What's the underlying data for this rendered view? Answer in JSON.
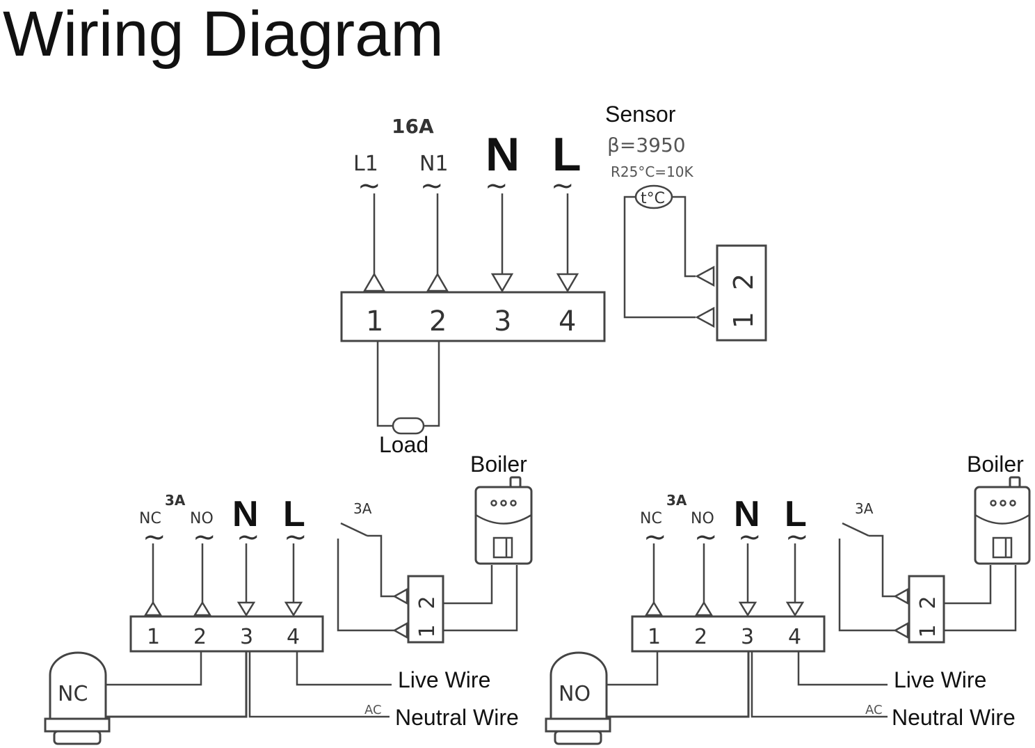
{
  "title": "Wiring Diagram",
  "top_panel": {
    "current_rating": "16A",
    "terminals": [
      {
        "label": "L1",
        "number": "1",
        "direction": "out"
      },
      {
        "label": "N1",
        "number": "2",
        "direction": "out"
      },
      {
        "label": "N",
        "number": "3",
        "direction": "in"
      },
      {
        "label": "L",
        "number": "4",
        "direction": "in"
      }
    ],
    "ac_symbol": "~",
    "load_label": "Load",
    "sensor": {
      "title": "Sensor",
      "beta": "β=3950",
      "resistance": "R25°C=10K",
      "symbol": "t°C",
      "terminals": [
        "1",
        "2"
      ]
    }
  },
  "bottom_panels": [
    {
      "id": "nc",
      "current_rating": "3A",
      "terminals": [
        {
          "label": "NC",
          "number": "1",
          "direction": "out"
        },
        {
          "label": "NO",
          "number": "2",
          "direction": "out"
        },
        {
          "label": "N",
          "number": "3",
          "direction": "in"
        },
        {
          "label": "L",
          "number": "4",
          "direction": "in"
        }
      ],
      "valve_label": "NC",
      "switch_rating": "3A",
      "boiler_label": "Boiler",
      "boiler_terminals": [
        "1",
        "2"
      ],
      "live_label": "Live Wire",
      "neutral_label": "Neutral Wire",
      "ac_label": "AC"
    },
    {
      "id": "no",
      "current_rating": "3A",
      "terminals": [
        {
          "label": "NC",
          "number": "1",
          "direction": "out"
        },
        {
          "label": "NO",
          "number": "2",
          "direction": "out"
        },
        {
          "label": "N",
          "number": "3",
          "direction": "in"
        },
        {
          "label": "L",
          "number": "4",
          "direction": "in"
        }
      ],
      "valve_label": "NO",
      "switch_rating": "3A",
      "boiler_label": "Boiler",
      "boiler_terminals": [
        "1",
        "2"
      ],
      "live_label": "Live Wire",
      "neutral_label": "Neutral Wire",
      "ac_label": "AC"
    }
  ]
}
